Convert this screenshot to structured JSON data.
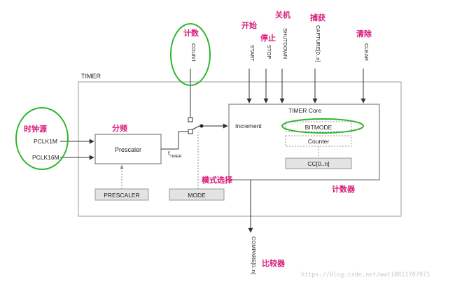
{
  "diagram": {
    "outer_box_label": "TIMER",
    "core_box_label": "TIMER Core",
    "prescaler_label": "Prescaler",
    "prescaler_reg_label": "PRESCALER",
    "mode_reg_label": "MODE",
    "increment_label": "Increment",
    "bitmode_label": "BITMODE",
    "counter_label": "Counter",
    "cc_label": "CC[0..n]",
    "ftimer_main": "f",
    "ftimer_sub": "TIMER",
    "inputs": {
      "pclk1m": "PCLK1M",
      "pclk16m": "PCLK16M"
    },
    "signals": {
      "count": "COUNT",
      "start": "START",
      "stop": "STOP",
      "shutdown": "SHUTDOWN",
      "capture": "CAPTURE[0..n]",
      "clear": "CLEAR",
      "compare": "COMPARE[0..n]"
    }
  },
  "annotations": {
    "count": "计数",
    "clock_source": "时钟源",
    "divider": "分频",
    "start": "开始",
    "stop": "停止",
    "shutdown": "关机",
    "capture": "捕获",
    "clear": "清除",
    "mode_select": "模式选择",
    "counter": "计数器",
    "comparator": "比较器"
  },
  "colors": {
    "annotation": "#d81b7a",
    "highlight_ellipse": "#2fb52f",
    "line": "#333333",
    "register_fill": "#e3e3e3"
  },
  "watermark": "https://blog.csdn.net/wwt18811707971"
}
